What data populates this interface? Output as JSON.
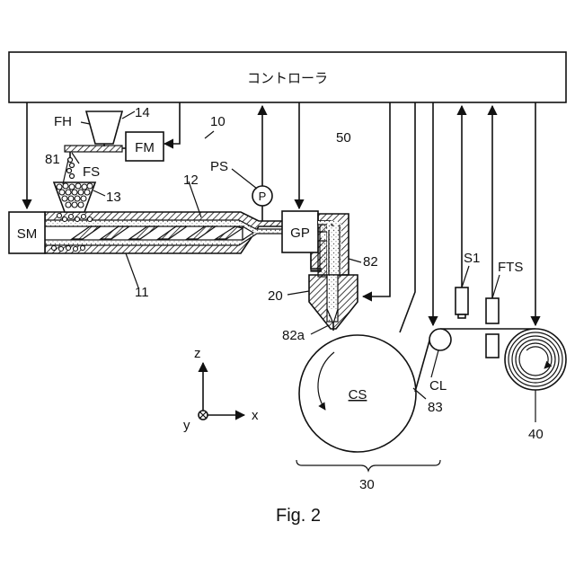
{
  "controller": {
    "label": "コントローラ",
    "ref": "50"
  },
  "labels": {
    "fh": "FH",
    "n14": "14",
    "n10": "10",
    "fm": "FM",
    "fs": "FS",
    "n81": "81",
    "n13": "13",
    "n12": "12",
    "ps": "PS",
    "p": "P",
    "sm": "SM",
    "gp": "GP",
    "n82": "82",
    "n11": "11",
    "n20": "20",
    "n82a": "82a",
    "s1": "S1",
    "fts": "FTS",
    "cs": "CS",
    "cl": "CL",
    "n83": "83",
    "n40": "40",
    "n30": "30"
  },
  "axes": {
    "z": "z",
    "x": "x",
    "y": "y"
  },
  "figure_caption": "Fig. 2"
}
